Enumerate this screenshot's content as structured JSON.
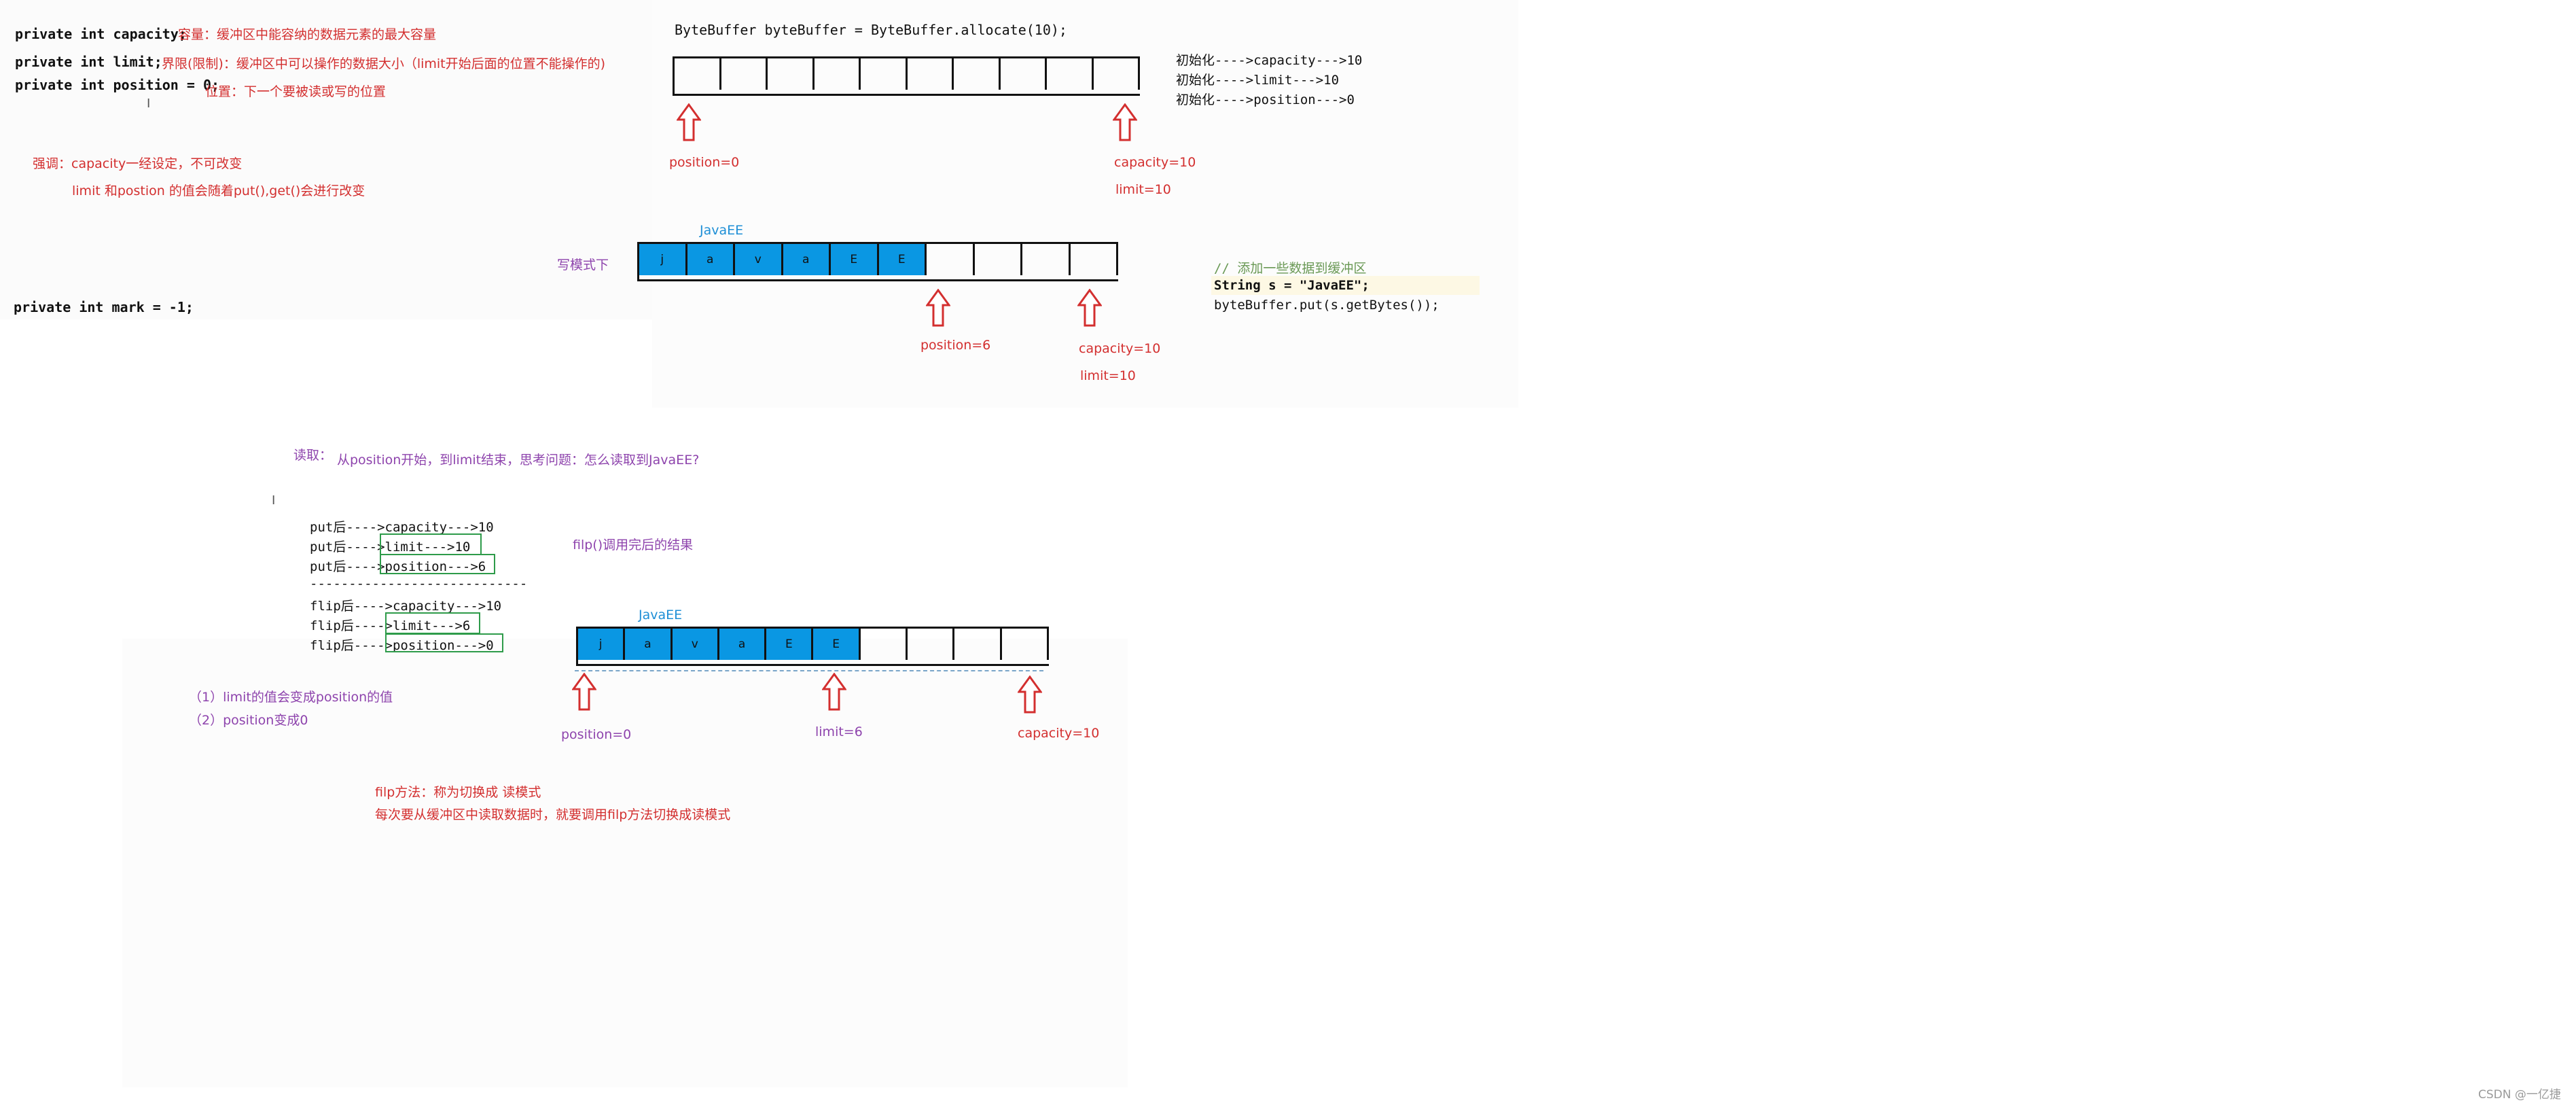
{
  "fields": {
    "capacity_code": "private int capacity;",
    "capacity_desc": "容量：缓冲区中能容纳的数据元素的最大容量",
    "limit_code": "private int limit;",
    "limit_desc": "界限(限制)：缓冲区中可以操作的数据大小（limit开始后面的位置不能操作的)",
    "position_code": "private int position = 0;",
    "position_desc": "位置：下一个要被读或写的位置",
    "note_1": "强调：capacity一经设定，不可改变",
    "note_2": "limit 和postion 的值会随着put(),get()会进行改变",
    "mark_code": "private int mark = -1;"
  },
  "allocate": {
    "code": "ByteBuffer byteBuffer = ByteBuffer.allocate(10);",
    "cells": [
      "",
      "",
      "",
      "",
      "",
      "",
      "",
      "",
      "",
      ""
    ],
    "position_label": "position=0",
    "capacity_label": "capacity=10",
    "limit_label": "limit=10",
    "init_lines": [
      "初始化---->capacity--->10",
      "初始化---->limit--->10",
      "初始化---->position--->0"
    ]
  },
  "write": {
    "mode_label": "写模式下",
    "word_label": "JavaEE",
    "cells": [
      "j",
      "a",
      "v",
      "a",
      "E",
      "E",
      "",
      "",
      "",
      ""
    ],
    "filled": 6,
    "position_label": "position=6",
    "capacity_label": "capacity=10",
    "limit_label": "limit=10",
    "comment": "// 添加一些数据到缓冲区",
    "code_line_1": "String s = \"JavaEE\";",
    "code_line_2": "byteBuffer.put(s.getBytes());"
  },
  "read": {
    "heading": "读取：",
    "question": "从position开始，到limit结束，思考问题：怎么读取到JavaEE?",
    "put_lines": [
      "put后---->capacity--->10",
      "put后---->limit--->10",
      "put后---->position--->6"
    ],
    "separator": "----------------------------",
    "flip_lines": [
      "flip后---->capacity--->10",
      "flip后---->limit--->6",
      "flip后---->position--->0"
    ],
    "flip_result_label": "filp()调用完后的结果",
    "word_label": "JavaEE",
    "cells": [
      "j",
      "a",
      "v",
      "a",
      "E",
      "E",
      "",
      "",
      "",
      ""
    ],
    "filled": 6,
    "position_label": "position=0",
    "limit_label": "limit=6",
    "capacity_label": "capacity=10",
    "effect_1": "（1）limit的值会变成position的值",
    "effect_2": "（2）position变成0",
    "flip_desc_1": "filp方法：称为切换成  读模式",
    "flip_desc_2": "每次要从缓冲区中读取数据时，就要调用filp方法切换成读模式"
  },
  "watermark": "CSDN @一亿捷",
  "colors": {
    "fill": "#0a97e3",
    "arrow": "#d32f2f",
    "note_red": "#d32f2f",
    "note_purple": "#8e44ad",
    "label_blue": "#1e8fd6",
    "box_green": "#2e9b4a"
  }
}
